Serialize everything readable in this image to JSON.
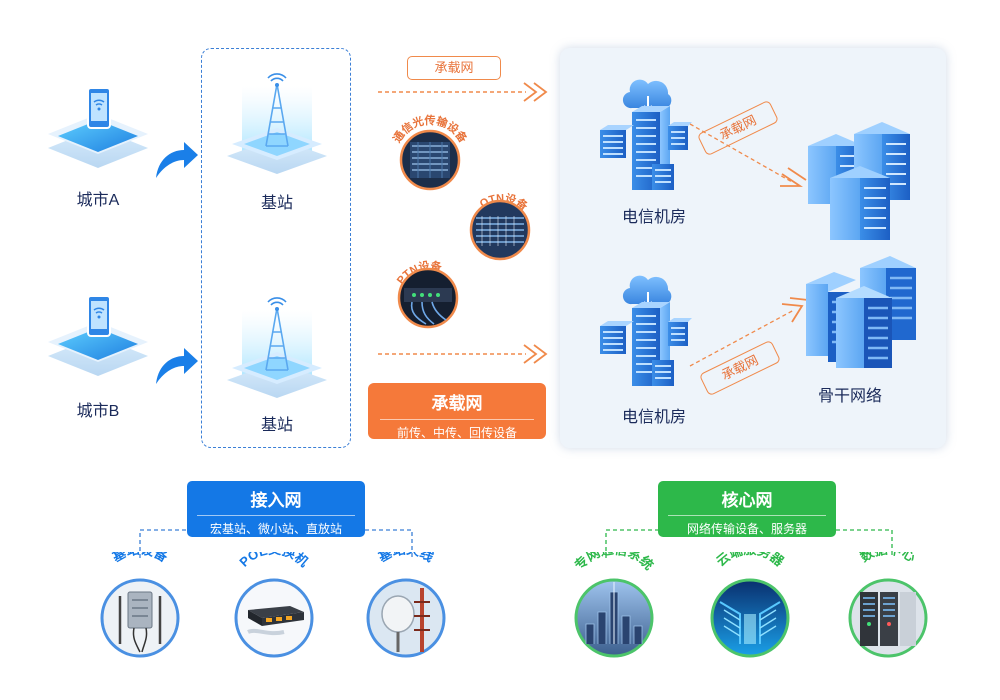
{
  "access_side": {
    "city_a": "城市A",
    "city_b": "城市B",
    "base_station_top": "基站",
    "base_station_bottom": "基站"
  },
  "bearer": {
    "top_pill": "承载网",
    "devices": {
      "optical": "通信光传输设备",
      "otn": "OTN设备",
      "ptn": "PTN设备"
    },
    "box_title": "承载网",
    "box_subtitle": "前传、中传、回传设备"
  },
  "core": {
    "room_top": "电信机房",
    "room_bottom": "电信机房",
    "tag_top": "承载网",
    "tag_bottom": "承载网",
    "backbone": "骨干网络"
  },
  "categories": {
    "access": {
      "title": "接入网",
      "subtitle": "宏基站、微小站、直放站",
      "color": "#1478e6",
      "items": [
        "基站设备",
        "POE交换机",
        "基站天线"
      ]
    },
    "core": {
      "title": "核心网",
      "subtitle": "网络传输设备、服务器",
      "color": "#2db84a",
      "items": [
        "专网通信系统",
        "云端服务器",
        "数据中心"
      ]
    }
  }
}
